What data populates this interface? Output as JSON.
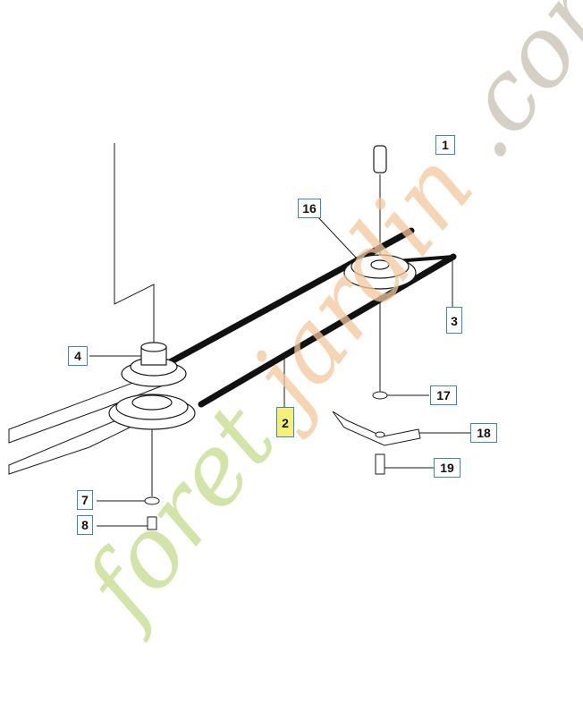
{
  "parts": [
    {
      "id": "p1",
      "label": "1"
    },
    {
      "id": "p2",
      "label": "2"
    },
    {
      "id": "p3",
      "label": "3"
    },
    {
      "id": "p4",
      "label": "4"
    },
    {
      "id": "p7",
      "label": "7"
    },
    {
      "id": "p8",
      "label": "8"
    },
    {
      "id": "p16",
      "label": "16"
    },
    {
      "id": "p17",
      "label": "17"
    },
    {
      "id": "p18",
      "label": "18"
    },
    {
      "id": "p19",
      "label": "19"
    }
  ],
  "highlighted_part": "2",
  "watermark": {
    "text": "foretjardin.com",
    "colors": {
      "green": "#c5dc8c",
      "orange": "#f2c79a",
      "gray": "#c9bfb0"
    }
  },
  "colors": {
    "callout_border": "#3a86c8",
    "highlight": "#f4f07a",
    "line": "#1a1a1a"
  }
}
